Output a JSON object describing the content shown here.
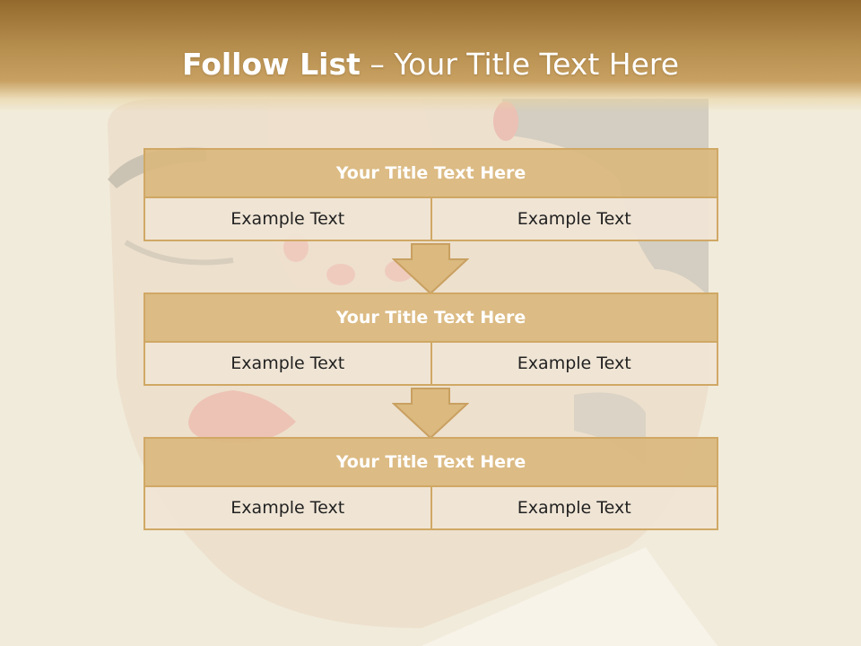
{
  "slide": {
    "title_bold": "Follow List",
    "title_rest": " – Your Title Text Here"
  },
  "blocks": [
    {
      "title": "Your Title Text Here",
      "cells": [
        "Example Text",
        "Example Text"
      ]
    },
    {
      "title": "Your Title Text Here",
      "cells": [
        "Example Text",
        "Example Text"
      ]
    },
    {
      "title": "Your Title Text Here",
      "cells": [
        "Example Text",
        "Example Text"
      ]
    }
  ],
  "colors": {
    "header": "#b48c4c",
    "block_title": "#dab87e",
    "block_border": "#d0a865",
    "cell": "#f0e4d6"
  },
  "icons": [
    "down-arrow-icon",
    "down-arrow-icon"
  ],
  "background_image": "faded woman portrait"
}
